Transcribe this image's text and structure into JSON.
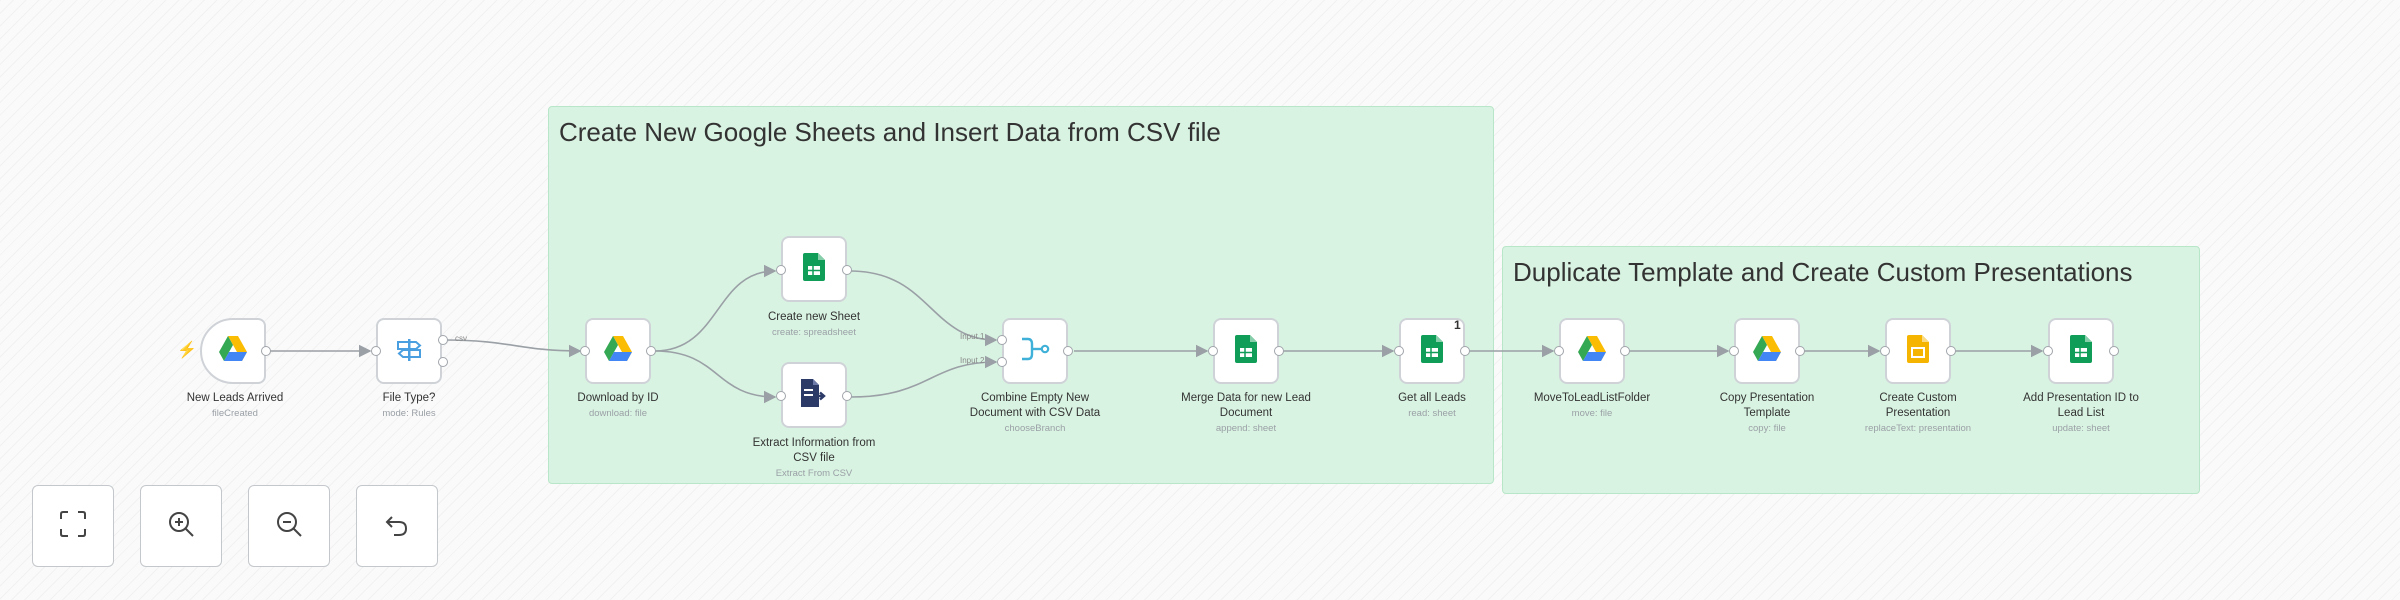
{
  "stickies": [
    {
      "id": "s1",
      "title": "Create New Google Sheets and Insert Data from CSV file"
    },
    {
      "id": "s2",
      "title": "Duplicate Template and Create Custom Presentations"
    }
  ],
  "nodes": [
    {
      "id": "n1",
      "label": "New Leads Arrived",
      "subtitle": "fileCreated",
      "icon": "google-drive-icon"
    },
    {
      "id": "n2",
      "label": "File Type?",
      "subtitle": "mode: Rules",
      "icon": "switch-signpost-icon"
    },
    {
      "id": "n3",
      "label": "Download by ID",
      "subtitle": "download: file",
      "icon": "google-drive-icon"
    },
    {
      "id": "n4",
      "label": "Create new Sheet",
      "subtitle": "create: spreadsheet",
      "icon": "google-sheets-icon"
    },
    {
      "id": "n5",
      "label": "Extract Information from CSV file",
      "subtitle": "Extract From CSV",
      "icon": "extract-file-icon"
    },
    {
      "id": "n6",
      "label": "Combine Empty New Document with CSV Data",
      "subtitle": "chooseBranch",
      "icon": "merge-icon"
    },
    {
      "id": "n7",
      "label": "Merge Data for new Lead Document",
      "subtitle": "append: sheet",
      "icon": "google-sheets-icon"
    },
    {
      "id": "n8",
      "label": "Get all Leads",
      "subtitle": "read: sheet",
      "icon": "google-sheets-icon",
      "badge": "1"
    },
    {
      "id": "n9",
      "label": "MoveToLeadListFolder",
      "subtitle": "move: file",
      "icon": "google-drive-icon"
    },
    {
      "id": "n10",
      "label": "Copy Presentation Template",
      "subtitle": "copy: file",
      "icon": "google-drive-icon"
    },
    {
      "id": "n11",
      "label": "Create Custom Presentation",
      "subtitle": "replaceText: presentation",
      "icon": "google-slides-icon"
    },
    {
      "id": "n12",
      "label": "Add Presentation ID to Lead List",
      "subtitle": "update: sheet",
      "icon": "google-sheets-icon"
    }
  ],
  "port_labels": {
    "input1": "Input 1",
    "input2": "Input 2",
    "csv": "csv"
  },
  "controls": [
    {
      "id": "fit",
      "icon": "fit-view-icon"
    },
    {
      "id": "zoom-in",
      "icon": "zoom-in-icon"
    },
    {
      "id": "zoom-out",
      "icon": "zoom-out-icon"
    },
    {
      "id": "reset",
      "icon": "undo-icon"
    }
  ],
  "colors": {
    "sticky_bg": "#d9f3e2",
    "sheets_green": "#0f9d58",
    "slides_yellow": "#f4b400",
    "drive_blue": "#4285f4",
    "drive_yellow": "#fbbc04",
    "drive_green": "#34a853",
    "merge_teal": "#3fb0d8",
    "extract_navy": "#2b3a67",
    "switch_blue": "#4a9fe0",
    "trigger_bolt": "#ff6d5a",
    "edge_gray": "#9aa0a6"
  }
}
